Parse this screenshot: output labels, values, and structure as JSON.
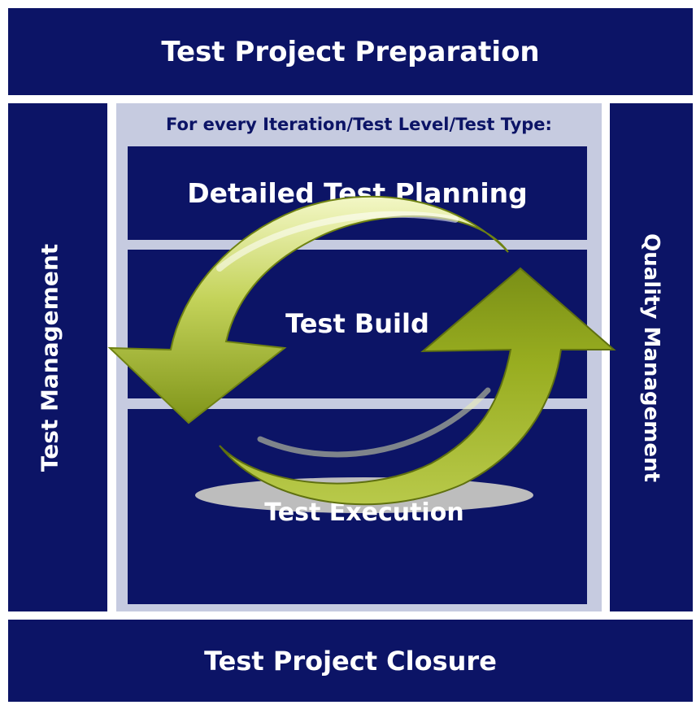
{
  "diagram": {
    "top_banner": "Test Project Preparation",
    "bottom_banner": "Test Project Closure",
    "left_bar": "Test  Management",
    "right_bar": "Quality  Management",
    "iteration_label": "For every Iteration/Test Level/Test Type:",
    "phases": [
      "Detailed Test Planning",
      "Test Build",
      "Test Execution"
    ]
  },
  "colors": {
    "navy": "#0c1466",
    "frame": "#c6cbe0",
    "arrow_green": "#a6bb2a",
    "shadow": "#bdbdbd"
  },
  "icons": [
    "cycle-arrows-icon"
  ]
}
